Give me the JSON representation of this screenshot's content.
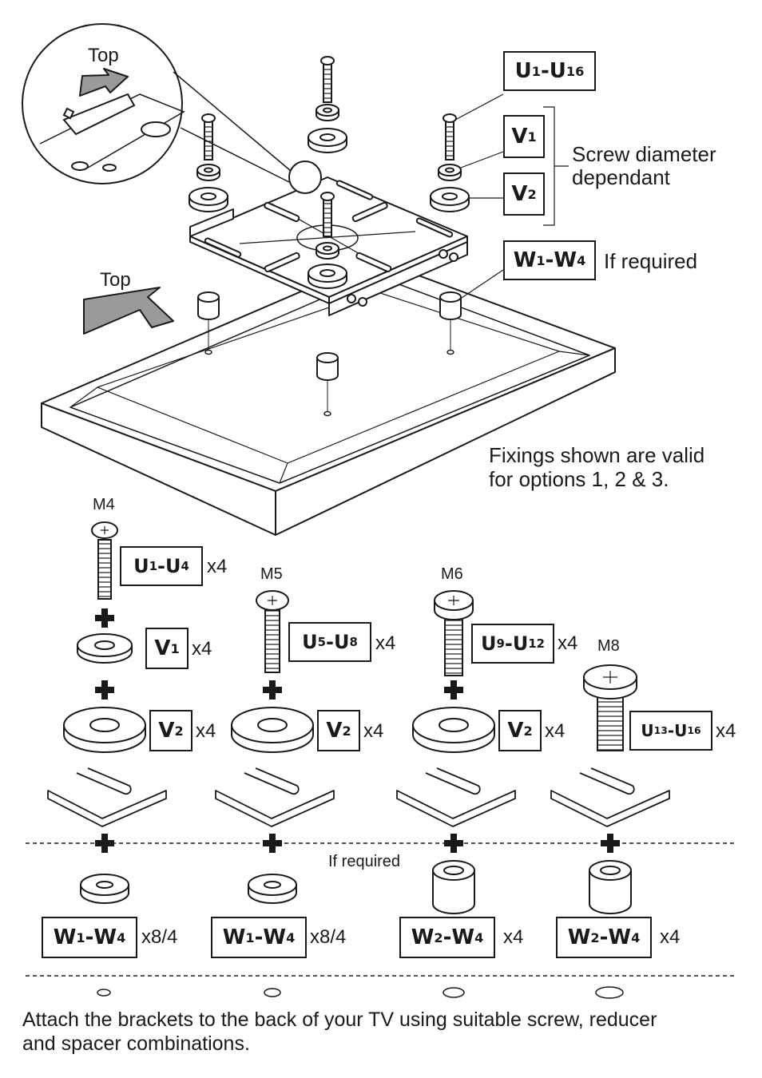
{
  "top": {
    "inset_top_label": "Top",
    "main_top_label": "Top",
    "code_u_all": {
      "main": "U",
      "from_sub": "1",
      "dash": "-",
      "to_main": "U",
      "to_sub": "16"
    },
    "code_v1": {
      "main": "V",
      "sub": "1"
    },
    "code_v2": {
      "main": "V",
      "sub": "2"
    },
    "code_w_all": {
      "main": "W",
      "from_sub": "1",
      "dash": "-",
      "to_main": "W",
      "to_sub": "4"
    },
    "screw_diameter_line1": "Screw diameter",
    "screw_diameter_line2": "dependant",
    "if_required": "If required",
    "fixings_line1": "Fixings shown are valid",
    "fixings_line2": "for options 1, 2 & 3."
  },
  "columns": [
    {
      "size": "M4",
      "screw": {
        "main": "U",
        "from_sub": "1",
        "dash": "-",
        "to_main": "U",
        "to_sub": "4"
      },
      "screw_qty": "x4",
      "reducer1": {
        "main": "V",
        "sub": "1"
      },
      "reducer1_qty": "x4",
      "reducer2": {
        "main": "V",
        "sub": "2"
      },
      "reducer2_qty": "x4",
      "spacer": {
        "main": "W",
        "from_sub": "1",
        "dash": "-",
        "to_main": "W",
        "to_sub": "4"
      },
      "spacer_qty": "x8/4"
    },
    {
      "size": "M5",
      "screw": {
        "main": "U",
        "from_sub": "5",
        "dash": "-",
        "to_main": "U",
        "to_sub": "8"
      },
      "screw_qty": "x4",
      "reducer2": {
        "main": "V",
        "sub": "2"
      },
      "reducer2_qty": "x4",
      "spacer": {
        "main": "W",
        "from_sub": "1",
        "dash": "-",
        "to_main": "W",
        "to_sub": "4"
      },
      "spacer_qty": "x8/4"
    },
    {
      "size": "M6",
      "screw": {
        "main": "U",
        "from_sub": "9",
        "dash": "-",
        "to_main": "U",
        "to_sub": "12"
      },
      "screw_qty": "x4",
      "reducer2": {
        "main": "V",
        "sub": "2"
      },
      "reducer2_qty": "x4",
      "spacer": {
        "main": "W",
        "from_sub": "2",
        "dash": "-",
        "to_main": "W",
        "to_sub": "4"
      },
      "spacer_qty": "x4"
    },
    {
      "size": "M8",
      "screw": {
        "main": "U",
        "from_sub": "13",
        "dash": "-",
        "to_main": "U",
        "to_sub": "16"
      },
      "screw_qty": "x4",
      "spacer": {
        "main": "W",
        "from_sub": "2",
        "dash": "-",
        "to_main": "W",
        "to_sub": "4"
      },
      "spacer_qty": "x4"
    }
  ],
  "if_required_row": "If required",
  "footer_line1": "Attach the brackets to the back of your TV using suitable screw, reducer",
  "footer_line2": "and spacer combinations.",
  "colors": {
    "ink": "#1a1a1a",
    "arrow_fill": "#9a9a9a",
    "panel_fill": "#f4f4f4"
  },
  "icons": [
    "tv-panel",
    "mounting-bracket",
    "screw-icon",
    "washer-icon",
    "spacer-icon",
    "direction-arrow-icon",
    "magnifier-callout"
  ]
}
